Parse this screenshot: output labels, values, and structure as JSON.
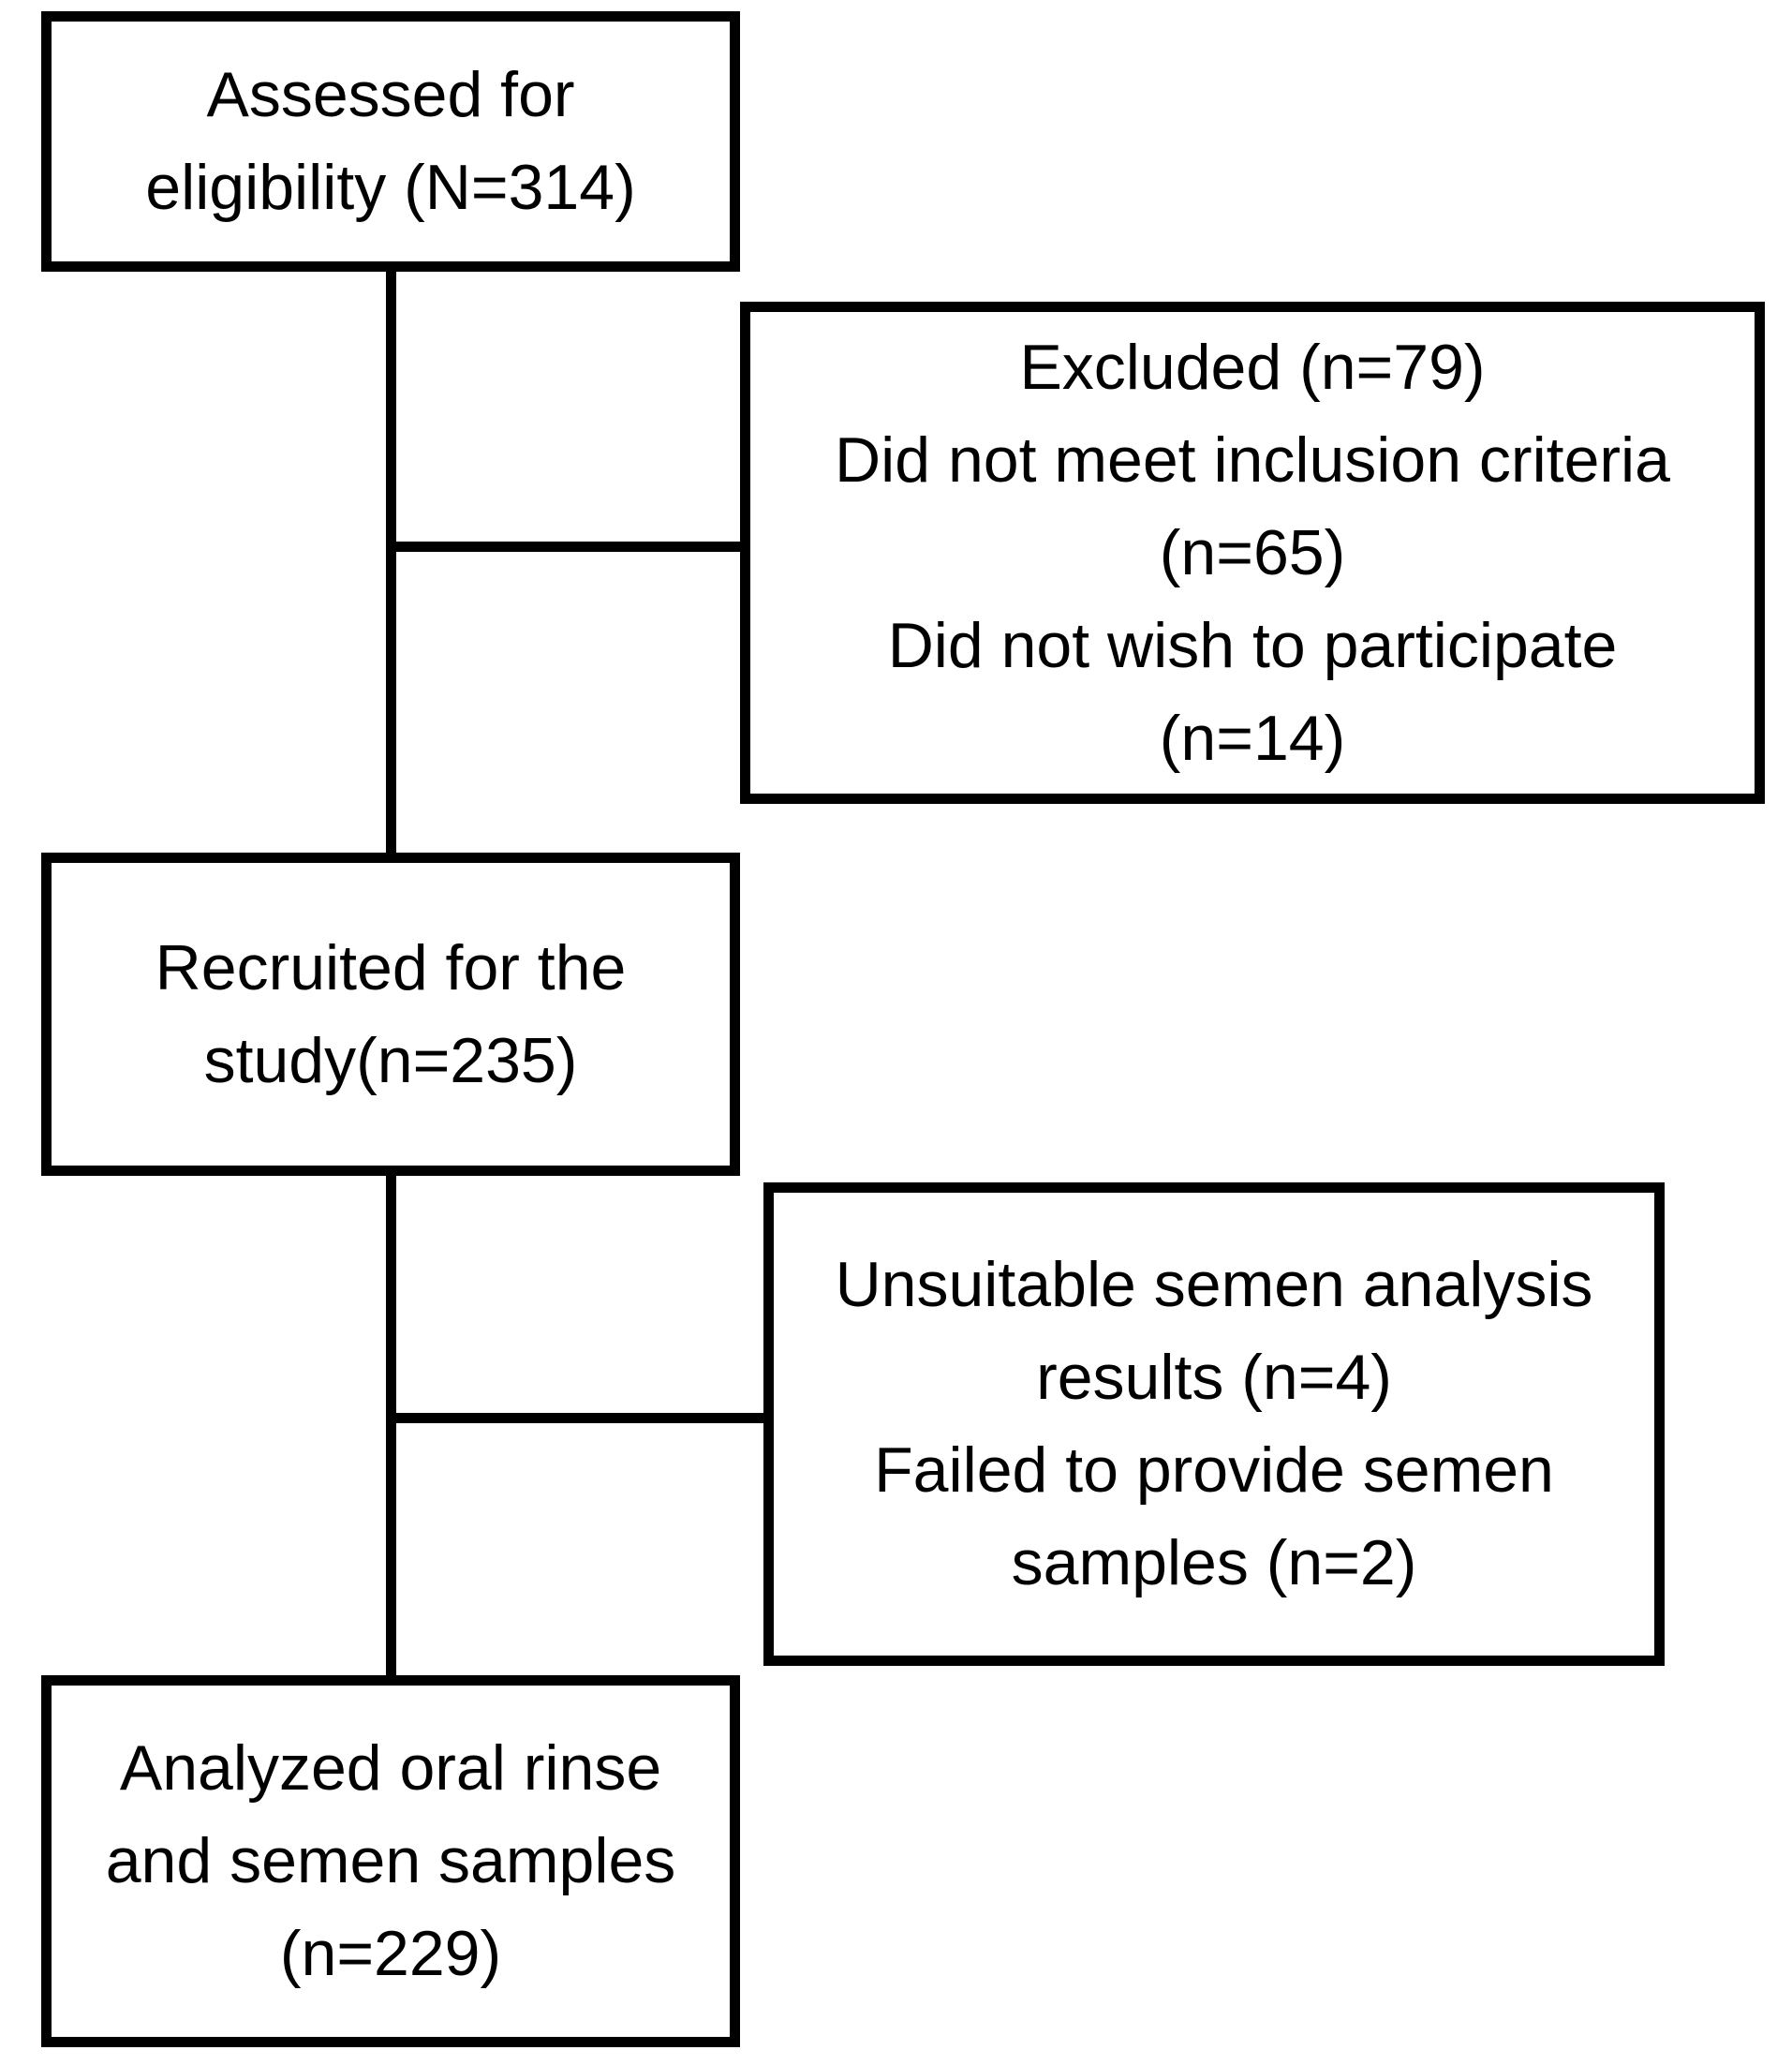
{
  "diagram": {
    "type": "participant-flow-diagram",
    "colors": {
      "background": "#ffffff",
      "ink": "#000000"
    },
    "boxes": {
      "assessed": {
        "lines": [
          "Assessed for",
          "eligibility (N=314)"
        ]
      },
      "excluded": {
        "lines": [
          "Excluded (n=79)",
          "Did not meet inclusion criteria",
          "(n=65)",
          "Did not wish to participate",
          "(n=14)"
        ]
      },
      "recruited": {
        "lines": [
          "Recruited for the",
          "study(n=235)"
        ]
      },
      "unsuitable": {
        "lines": [
          "Unsuitable semen analysis",
          "results (n=4)",
          "Failed to provide semen",
          "samples (n=2)"
        ]
      },
      "analyzed": {
        "lines": [
          "Analyzed oral rinse",
          "and semen samples",
          "(n=229)"
        ]
      }
    }
  }
}
